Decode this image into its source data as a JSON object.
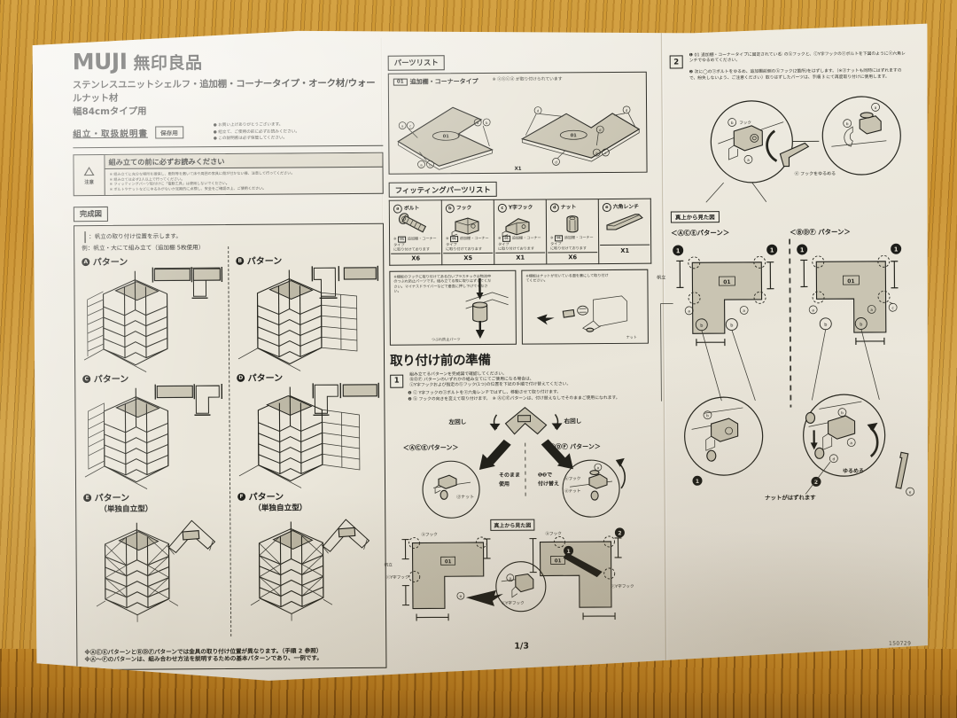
{
  "document": {
    "brand": "MUJI",
    "brand_jp": "無印良品",
    "product_line": "ステンレスユニットシェルフ・追加棚・コーナータイプ・オーク材/ウォールナット材",
    "product_size": "幅84cmタイプ用",
    "doc_type": "組立・取扱説明書",
    "keep_label": "保存用",
    "page_number": "1/3",
    "doc_code": "150729",
    "notices": [
      "お買い上げありがとうございます。",
      "組立て、ご使用の前に必ずお読みください。",
      "この説明書は必ず保管してください。"
    ]
  },
  "warning": {
    "icon_label": "注意",
    "title": "組み立ての前に必ずお読みください",
    "items": [
      "※ 組み立てに充分な場所を確保し、敷物等を敷いて床や周囲の家具に傷が付かない様、注意して行ってください。",
      "※ 組み立ては必ず2人以上で行ってください。",
      "※ フィッティングパーツ取付けに「電動工具」は使用しないでください。",
      "※ ボルトやナットなどにゆるみがないか定期的に点検し、安全をご確認の上、ご使用ください。"
    ]
  },
  "completed_figure": {
    "heading": "完成図",
    "legend_mark": "：帆立の取り付け位置を示します。",
    "legend_example": "例：帆立・大にて組み立て（追加棚 5枚使用）",
    "patterns": [
      {
        "letter": "A",
        "label": "パターン",
        "sub": ""
      },
      {
        "letter": "B",
        "label": "パターン",
        "sub": ""
      },
      {
        "letter": "C",
        "label": "パターン",
        "sub": ""
      },
      {
        "letter": "D",
        "label": "パターン",
        "sub": ""
      },
      {
        "letter": "E",
        "label": "パターン",
        "sub": "（単独自立型）"
      },
      {
        "letter": "F",
        "label": "パターン",
        "sub": "（単独自立型）"
      }
    ],
    "footnotes": [
      "※ⒶⒸⒺパターンとⒷⒹⒻパターンでは金具の取り付け位置が異なります。（手順 2 参照）",
      "※Ⓐ～Ⓕのパターンは、組み合わせ方法を説明するための基本パターンであり、一例です。"
    ]
  },
  "parts_list": {
    "heading": "パーツリスト",
    "item_code": "01",
    "item_name": "追加棚・コーナータイプ",
    "note": "※ ⓐⓑⓒⓓ が取り付けられています",
    "qty": "X1",
    "callouts_left": [
      "ⓐⓒ",
      "ⓐⓑ",
      "ⓐⓑ"
    ],
    "callouts_right": [
      "ⓓ",
      "ⓓ",
      "ⓓ",
      "ⓐⓒ"
    ]
  },
  "fitting_parts": {
    "heading": "フィッティングパーツリスト",
    "note_prefix": "※",
    "attached_note": "01 追加棚・コーナータイプ\nに取り付けております",
    "items": [
      {
        "mark": "a",
        "name": "ボルト",
        "qty": "X6",
        "icon": "bolt-icon",
        "attached": true
      },
      {
        "mark": "b",
        "name": "フック",
        "qty": "X5",
        "icon": "hook-icon",
        "attached": true
      },
      {
        "mark": "c",
        "name": "Y字フック",
        "qty": "X1",
        "icon": "y-hook-icon",
        "attached": true
      },
      {
        "mark": "d",
        "name": "ナット",
        "qty": "X6",
        "icon": "nut-icon",
        "attached": true
      },
      {
        "mark": "e",
        "name": "六角レンチ",
        "qty": "X1",
        "icon": "hex-wrench-icon",
        "attached": false
      }
    ]
  },
  "pre_notes": {
    "left": {
      "text": "※棚板のフックに取り付けてある白いプラスチックは物流中のつぶれ防止パーツです。組み立てる際に取りはずしてください。マイナスドライバーなどで垂直に押し下げてください。",
      "caption": "つぶれ防止パーツ"
    },
    "right": {
      "text": "※棚板はナットが付いている面を裏にして取り付けてください。",
      "caption": "ナット"
    }
  },
  "prep_section": {
    "heading": "取り付け前の準備",
    "step_number": "1",
    "lines": [
      "組み立てるパターンを完成図で確認してください。",
      "ⒷⒹⒻ パターンのいずれかの組み立てにてご使用になる場合は、",
      "ⓒY字フックおよび指定のⓑフック(1つ)の位置を下記の手順で付け替えてください。"
    ],
    "sub_steps": [
      "❶ ⓒ Y字フックのⓐボルトをⓔ六角レンチではずし、移動させて取り付けます。",
      "❷ ⓑ フックの向きを変えて取り付けます。　※ ⒶⒸⒺパターンは、付け替えなしでそのままご使用になれます。"
    ],
    "rotate_left": "左回し",
    "rotate_right": "右回し",
    "group_left": "＜ⒶⒸⒺパターン＞",
    "group_right": "＜ⒷⒹⒻ パターン＞",
    "use_asis": "そのまま\n使用",
    "swap": "❶❷で\n付け替え",
    "topview_label": "真上から見た図",
    "callouts": {
      "nut": "ⓓナット",
      "hook": "ⓑフック",
      "y_hook": "ⓒY字フック",
      "bolt": "ⓐボルト",
      "post": "帆立",
      "item": "01"
    }
  },
  "step2": {
    "step_number": "2",
    "items": [
      "❶ 01 追加棚・コーナータイプに固定されている ⃝ のⓑフックと、ⓒY字フックのⓐボルトを下図のようにⓔ六角レンチでゆるめてください。",
      "❷ 次に◯のⓐボルトをゆるめ、追加棚前側のⓑフック(2箇所)をはずします。（※ⓓナットも同時にはずれますので、紛失しないよう、ご注意ください）取りはずしたパーツは、手順 3 にて再度取り付けに使用します。"
    ],
    "detail_captions": {
      "hook": "ⓑフック",
      "loosen_hook": "ⓔ フックをゆるめる",
      "loosen": "ゆるめる",
      "nut_falls": "ナットがはずれます",
      "topview_label": "真上から見た図",
      "post": "帆立"
    },
    "group_left": "＜ⒶⒸⒺパターン＞",
    "group_right": "＜ⒷⒹⒻ パターン＞",
    "item_code": "01"
  }
}
